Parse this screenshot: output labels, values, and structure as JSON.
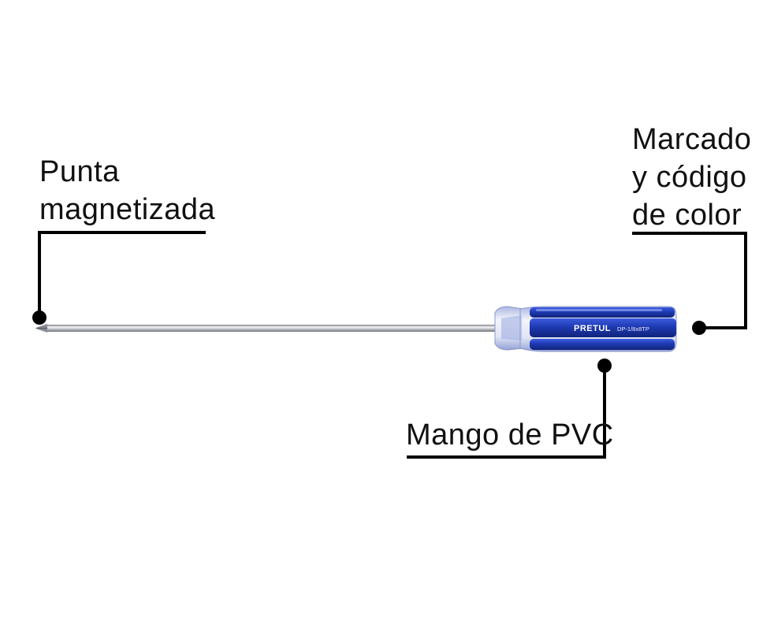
{
  "labels": {
    "tip": {
      "line1": "Punta",
      "line2": "magnetizada"
    },
    "marking": {
      "line1": "Marcado",
      "line2": "y código",
      "line3": "de color"
    },
    "handle": {
      "line1": "Mango de PVC"
    }
  },
  "screwdriver": {
    "brand": "PRETUL",
    "model_code": "DP-1/8x8TP",
    "handle_color": "#1f3fb5",
    "handle_clear_color": "#cfd8f2",
    "shaft_color": "#b9bcc2"
  },
  "icons": {
    "leader_endpoint": "dot"
  }
}
